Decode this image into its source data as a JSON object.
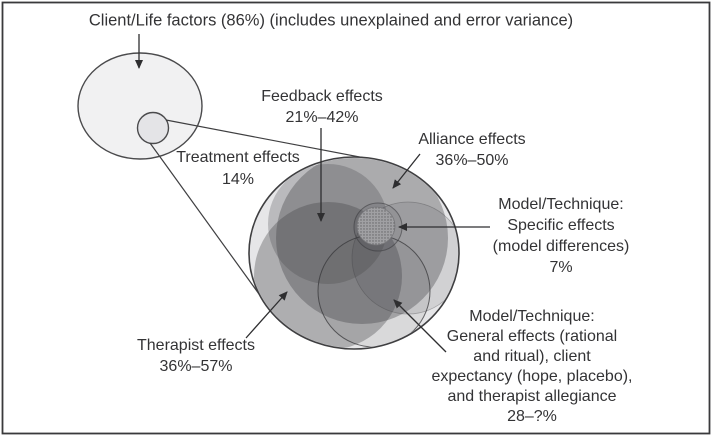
{
  "title": {
    "text": "Client/Life factors (86%) (includes unexplained and error variance)"
  },
  "labels": {
    "feedback": {
      "lines": [
        "Feedback effects",
        "21%–42%"
      ]
    },
    "alliance": {
      "lines": [
        "Alliance effects",
        "36%–50%"
      ]
    },
    "treatment": {
      "lines": [
        "Treatment effects",
        "14%"
      ]
    },
    "specific": {
      "lines": [
        "Model/Technique:",
        "Specific effects",
        "(model differences)",
        "7%"
      ]
    },
    "therapist": {
      "lines": [
        "Therapist effects",
        "36%–57%"
      ]
    },
    "general": {
      "lines": [
        "Model/Technique:",
        "General effects (rational",
        "and  ritual), client",
        "expectancy (hope, placebo),",
        "and therapist allegiance",
        "28–?%"
      ]
    }
  },
  "colors": {
    "frame_stroke": "#3a3a3c",
    "text": "#333335",
    "outline": "#3f3f41",
    "client_circle_fill": "#f1f1f2",
    "magnifier_circle_fill": "#e4e4e7",
    "treatment_outer_fill": "#e6e6e8",
    "alliance_fill": "rgba(60,60,64,0.35)",
    "feedback_fill": "rgba(60,60,64,0.26)",
    "therapist_fill": "rgba(60,60,64,0.33)",
    "right_overlap_fill": "rgba(60,60,64,0.12)",
    "general_fill": "rgba(60,60,64,0.08)",
    "specific_halo_fill": "rgba(60,60,64,0.10)",
    "stipple_dot": "#636366",
    "stipple_bg": "#a0a0a3"
  }
}
